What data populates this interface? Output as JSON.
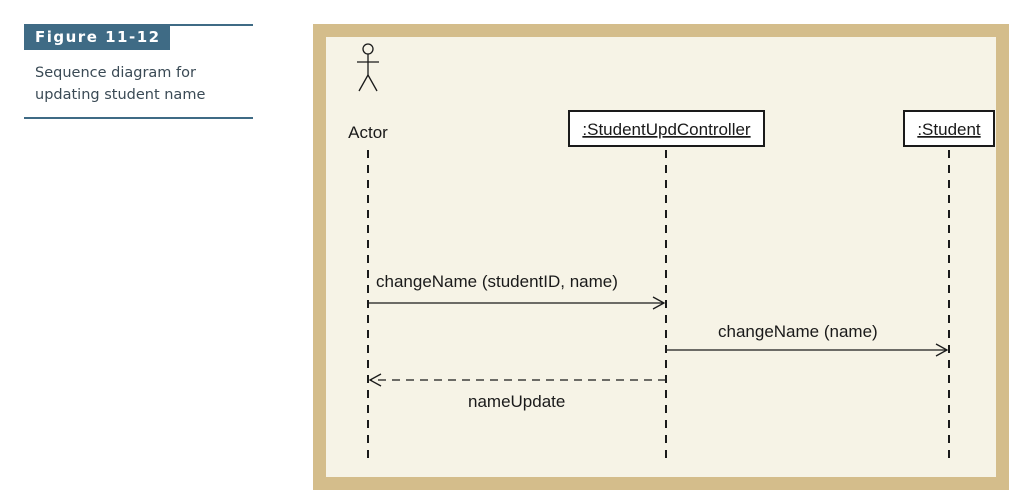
{
  "figure": {
    "label": "Figure 11-12",
    "caption_line1": "Sequence diagram for",
    "caption_line2": "updating student name"
  },
  "diagram": {
    "actor": {
      "name": "Actor"
    },
    "objects": [
      {
        "name": ":StudentUpdController"
      },
      {
        "name": ":Student"
      }
    ],
    "messages": [
      {
        "label": "changeName (studentID, name)",
        "from": "Actor",
        "to": ":StudentUpdController",
        "type": "synchronous"
      },
      {
        "label": "changeName (name)",
        "from": ":StudentUpdController",
        "to": ":Student",
        "type": "synchronous"
      },
      {
        "label": "nameUpdate",
        "from": ":StudentUpdController",
        "to": "Actor",
        "type": "return"
      }
    ],
    "colors": {
      "frame": "#d4bd8b",
      "panel": "#f6f3e6",
      "label_bg": "#3f6b85",
      "line": "#1a1a1a"
    }
  }
}
